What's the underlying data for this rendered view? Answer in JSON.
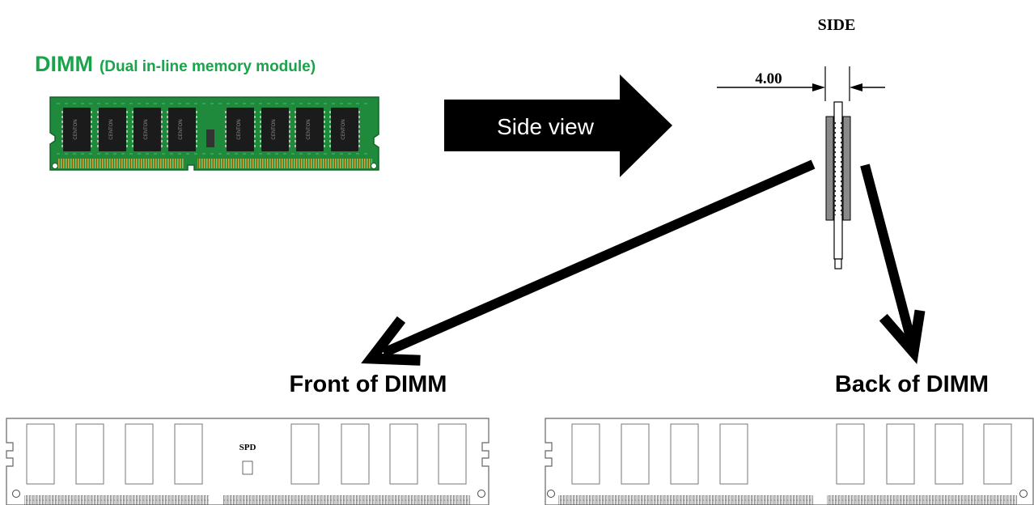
{
  "module": {
    "title": "DIMM",
    "subtitle": "(Dual in-line memory module)",
    "chip_brand": "CENTON"
  },
  "side_arrow": {
    "label": "Side view"
  },
  "side_drawing": {
    "heading": "SIDE",
    "dimension": "4.00"
  },
  "front": {
    "caption": "Front of DIMM",
    "spd_label": "SPD"
  },
  "back": {
    "caption": "Back of DIMM"
  },
  "colors": {
    "title_green": "#1aa34a",
    "pcb_green": "#1f8a3c",
    "chip_black": "#1b1b1b"
  }
}
